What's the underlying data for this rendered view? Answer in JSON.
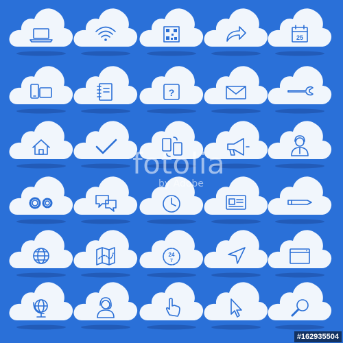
{
  "icons": [
    {
      "icon": "laptop-icon"
    },
    {
      "icon": "wifi-icon"
    },
    {
      "icon": "qr-code-icon"
    },
    {
      "icon": "share-arrow-icon"
    },
    {
      "icon": "calendar-icon",
      "label": "25"
    },
    {
      "icon": "devices-icon"
    },
    {
      "icon": "notebook-icon"
    },
    {
      "icon": "help-icon",
      "label": "?"
    },
    {
      "icon": "mail-icon"
    },
    {
      "icon": "wrench-icon"
    },
    {
      "icon": "home-icon"
    },
    {
      "icon": "checkmark-icon"
    },
    {
      "icon": "sync-devices-icon"
    },
    {
      "icon": "megaphone-icon"
    },
    {
      "icon": "support-user-icon"
    },
    {
      "icon": "gears-icon"
    },
    {
      "icon": "chat-icon"
    },
    {
      "icon": "clock-icon"
    },
    {
      "icon": "id-card-icon"
    },
    {
      "icon": "pencil-icon"
    },
    {
      "icon": "globe-icon"
    },
    {
      "icon": "map-icon"
    },
    {
      "icon": "service-24-7-icon",
      "label": "24",
      "label2": "7"
    },
    {
      "icon": "cursor-arrow-icon"
    },
    {
      "icon": "browser-window-icon"
    },
    {
      "icon": "globe-stand-icon"
    },
    {
      "icon": "operator-icon"
    },
    {
      "icon": "hand-pointer-icon"
    },
    {
      "icon": "mouse-pointer-icon"
    },
    {
      "icon": "search-icon"
    }
  ],
  "watermark": {
    "brand": "fotolia",
    "sub": "by Adobe"
  },
  "stock_id": "#162935504",
  "colors": {
    "background": "#2a70d8",
    "cloud": "#f1f6fc",
    "icon": "#2a6fd6"
  }
}
